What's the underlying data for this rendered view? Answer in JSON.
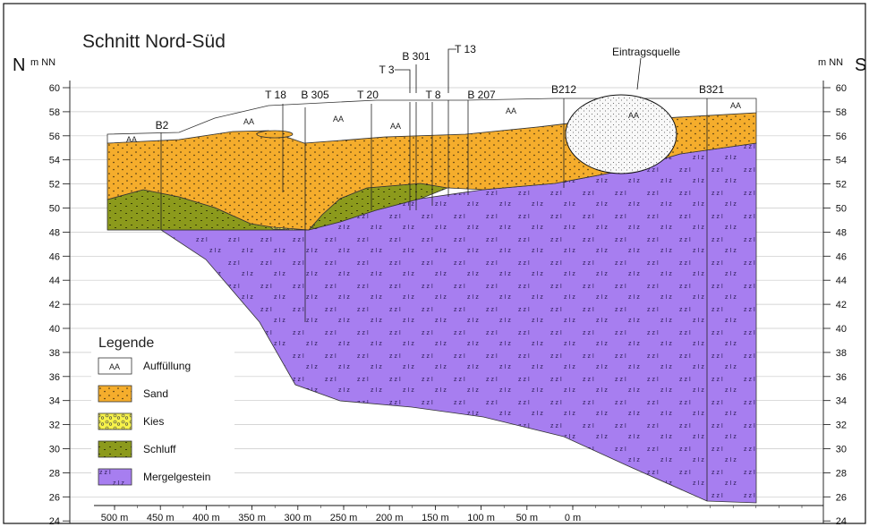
{
  "title": "Schnitt Nord-Süd",
  "left_end_label": "N",
  "right_end_label": "S",
  "elev_unit": "m NN",
  "y_ticks": [
    "60",
    "58",
    "56",
    "54",
    "52",
    "50",
    "48",
    "46",
    "44",
    "42",
    "40",
    "38",
    "36",
    "34",
    "32",
    "30",
    "28",
    "26",
    "24"
  ],
  "x_ticks": [
    "500 m",
    "450 m",
    "400 m",
    "350 m",
    "300 m",
    "250 m",
    "200 m",
    "150 m",
    "100 m",
    "50 m",
    "0 m"
  ],
  "boreholes": [
    "B2",
    "T 18",
    "B 305",
    "T 20",
    "T 3",
    "B 301",
    "T 8",
    "T 13",
    "B 207",
    "B212",
    "B321"
  ],
  "fill_labels": [
    "AA",
    "AA",
    "AA",
    "AA",
    "AA",
    "AA",
    "AA"
  ],
  "source_label": "Eintragsquelle",
  "legend": {
    "title": "Legende",
    "items": [
      {
        "swatch": "AA",
        "label": "Auffüllung"
      },
      {
        "swatch": "",
        "label": "Sand"
      },
      {
        "swatch": "",
        "label": "Kies"
      },
      {
        "swatch": "",
        "label": "Schluff"
      },
      {
        "swatch": "",
        "label": "Mergelgestein"
      }
    ]
  },
  "colors": {
    "fill": "#ffffff",
    "sand": "#f5ad2c",
    "kies": "#f6f24a",
    "schluff": "#8c9a1c",
    "mergel": "#a77ef0",
    "grid": "#c8c8c8"
  }
}
